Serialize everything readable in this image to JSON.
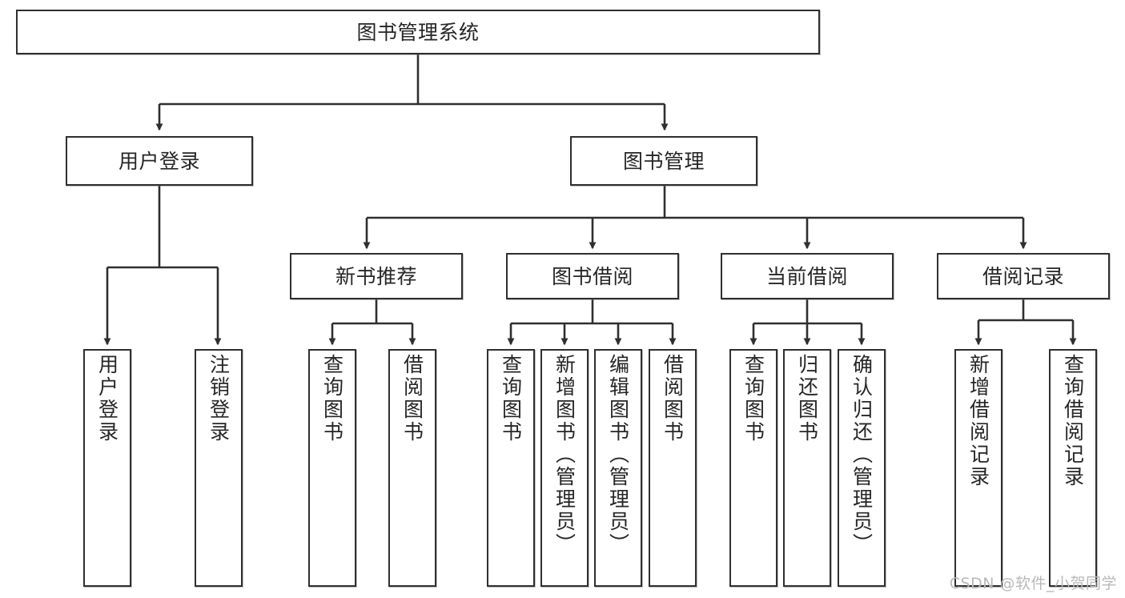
{
  "diagram": {
    "type": "tree",
    "title": "图书管理系统",
    "watermark": "CSDN @软件_小贺同学",
    "edge_color": "#2f2f2f",
    "node_border_color": "#2f2f2f",
    "node_fill_color": "#ffffff",
    "text_color": "#262626",
    "levels": [
      {
        "level": 1,
        "nodes": [
          {
            "id": "root",
            "label": "图书管理系统",
            "orientation": "horizontal"
          }
        ]
      },
      {
        "level": 2,
        "nodes": [
          {
            "id": "login",
            "label": "用户登录",
            "orientation": "horizontal",
            "parent": "root"
          },
          {
            "id": "bookmgmt",
            "label": "图书管理",
            "orientation": "horizontal",
            "parent": "root"
          }
        ]
      },
      {
        "level": 3,
        "nodes": [
          {
            "id": "newbook",
            "label": "新书推荐",
            "orientation": "horizontal",
            "parent": "bookmgmt"
          },
          {
            "id": "borrow",
            "label": "图书借阅",
            "orientation": "horizontal",
            "parent": "bookmgmt"
          },
          {
            "id": "current",
            "label": "当前借阅",
            "orientation": "horizontal",
            "parent": "bookmgmt"
          },
          {
            "id": "records",
            "label": "借阅记录",
            "orientation": "horizontal",
            "parent": "bookmgmt"
          }
        ]
      },
      {
        "level": 4,
        "nodes": [
          {
            "id": "leaf1",
            "label": "用户登录",
            "orientation": "vertical",
            "parent": "login"
          },
          {
            "id": "leaf2",
            "label": "注销登录",
            "orientation": "vertical",
            "parent": "login"
          },
          {
            "id": "leaf3",
            "label": "查询图书",
            "orientation": "vertical",
            "parent": "newbook"
          },
          {
            "id": "leaf4",
            "label": "借阅图书",
            "orientation": "vertical",
            "parent": "newbook"
          },
          {
            "id": "leaf5",
            "label": "查询图书",
            "orientation": "vertical",
            "parent": "borrow"
          },
          {
            "id": "leaf6",
            "label": "新增图书（管理员）",
            "orientation": "vertical",
            "parent": "borrow"
          },
          {
            "id": "leaf7",
            "label": "编辑图书（管理员）",
            "orientation": "vertical",
            "parent": "borrow"
          },
          {
            "id": "leaf8",
            "label": "借阅图书",
            "orientation": "vertical",
            "parent": "borrow"
          },
          {
            "id": "leaf9",
            "label": "查询图书",
            "orientation": "vertical",
            "parent": "current"
          },
          {
            "id": "leaf10",
            "label": "归还图书",
            "orientation": "vertical",
            "parent": "current"
          },
          {
            "id": "leaf11",
            "label": "确认归还（管理员）",
            "orientation": "vertical",
            "parent": "current"
          },
          {
            "id": "leaf12",
            "label": "新增借阅记录",
            "orientation": "vertical",
            "parent": "records"
          },
          {
            "id": "leaf13",
            "label": "查询借阅记录",
            "orientation": "vertical",
            "parent": "records"
          }
        ]
      }
    ]
  }
}
